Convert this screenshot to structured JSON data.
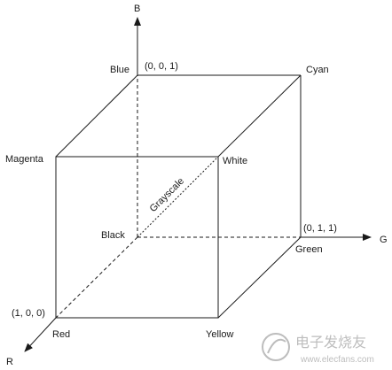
{
  "axes": {
    "b": "B",
    "g": "G",
    "r": "R"
  },
  "vertices": {
    "blue": "Blue",
    "cyan": "Cyan",
    "magenta": "Magenta",
    "white": "White",
    "black": "Black",
    "green": "Green",
    "red": "Red",
    "yellow": "Yellow"
  },
  "coordinates": {
    "blue": "(0, 0, 1)",
    "green": "(0, 1, 1)",
    "red": "(1, 0, 0)"
  },
  "diagonal_label": "Grayscale",
  "watermark": {
    "main": "电子发烧友",
    "url": "www.elecfans.com"
  },
  "colors": {
    "line": "#1a1a1a",
    "watermark": "#bdbdbd"
  }
}
